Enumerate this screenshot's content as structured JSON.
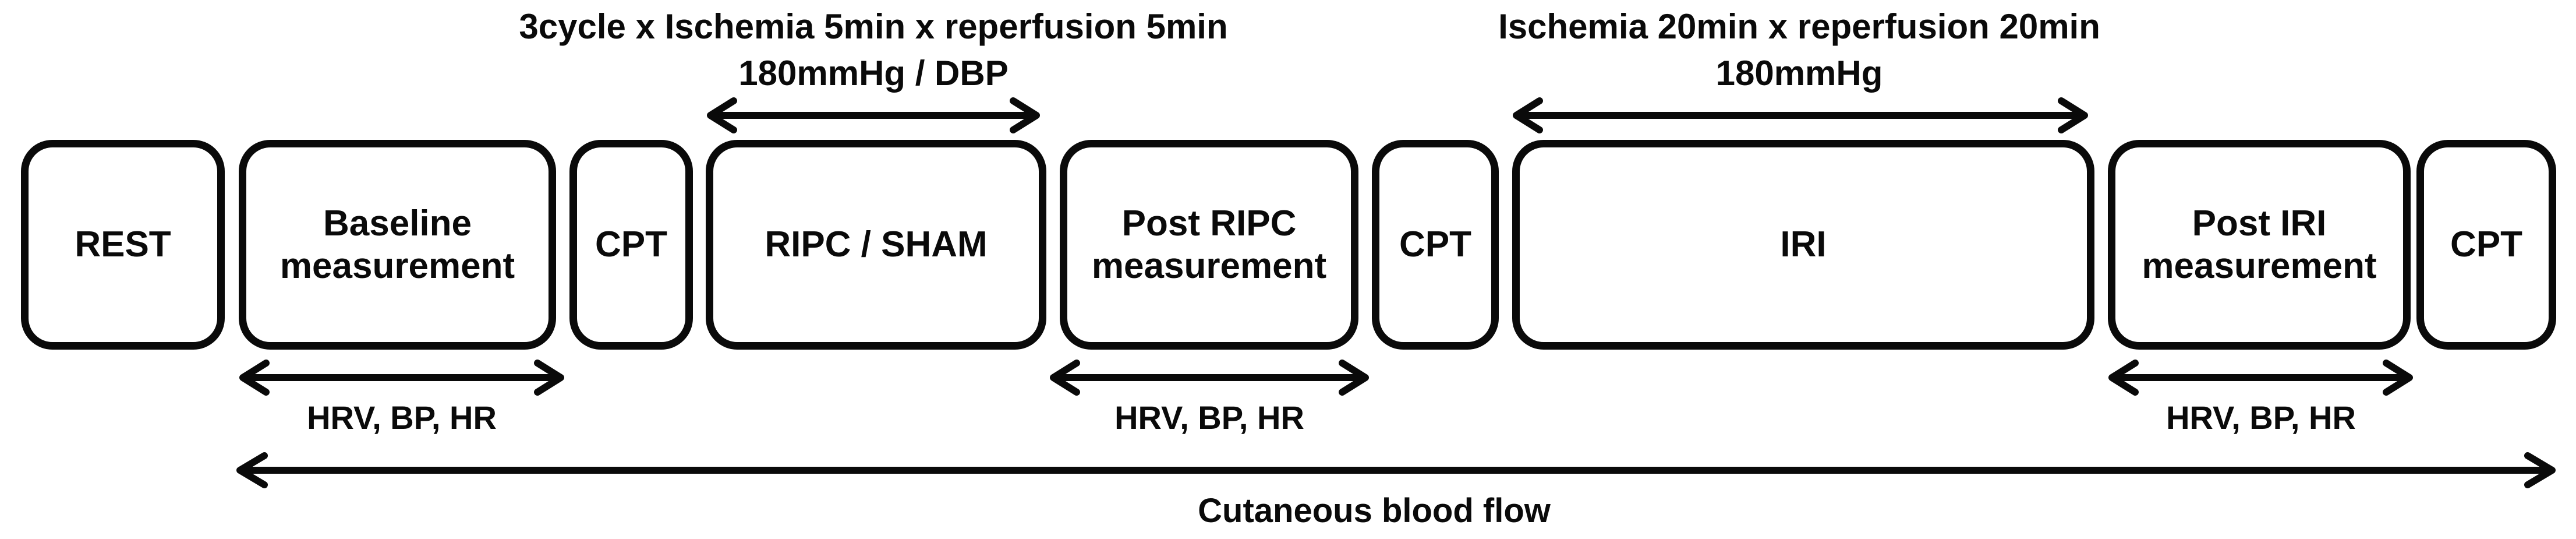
{
  "diagram": {
    "background": "#ffffff",
    "ink_color": "#0a0a0a",
    "annotations": {
      "ripc_protocol": {
        "line1": "3cycle x Ischemia 5min x reperfusion 5min",
        "line2": "180mmHg / DBP"
      },
      "iri_protocol": {
        "line1": "Ischemia 20min x reperfusion 20min",
        "line2": "180mmHg"
      }
    },
    "stages": [
      {
        "label": "REST"
      },
      {
        "label": "Baseline measurement"
      },
      {
        "label": "CPT"
      },
      {
        "label": "RIPC / SHAM"
      },
      {
        "label": "Post RIPC measurement"
      },
      {
        "label": "CPT"
      },
      {
        "label": "IRI"
      },
      {
        "label": "Post IRI measurement"
      },
      {
        "label": "CPT"
      }
    ],
    "measurement_labels": {
      "baseline": "HRV, BP, HR",
      "post_ripc": "HRV, BP, HR",
      "post_iri": "HRV, BP, HR"
    },
    "bottom_arrow_label": "Cutaneous blood flow"
  }
}
